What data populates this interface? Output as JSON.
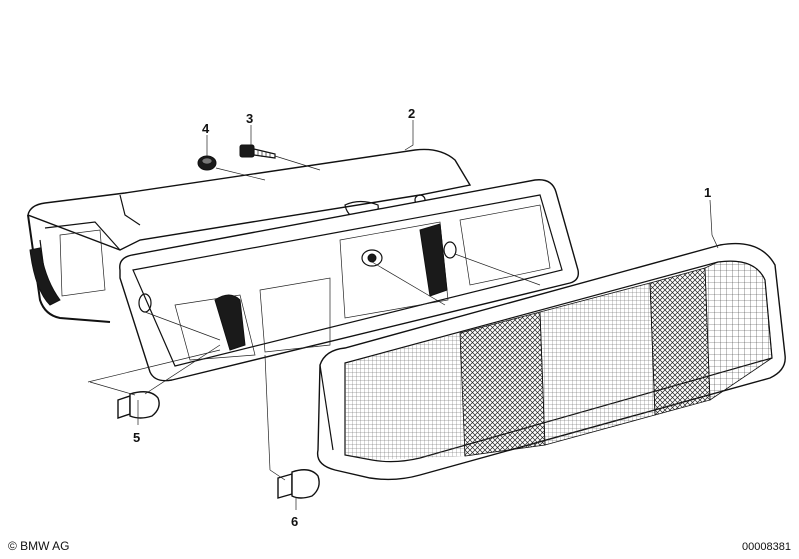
{
  "callouts": [
    {
      "id": "1",
      "label": "1"
    },
    {
      "id": "2",
      "label": "2"
    },
    {
      "id": "3",
      "label": "3"
    },
    {
      "id": "4",
      "label": "4"
    },
    {
      "id": "5",
      "label": "5"
    },
    {
      "id": "6",
      "label": "6"
    }
  ],
  "footer": {
    "copyright": "© BMW AG",
    "diagram_number": "00008381"
  }
}
